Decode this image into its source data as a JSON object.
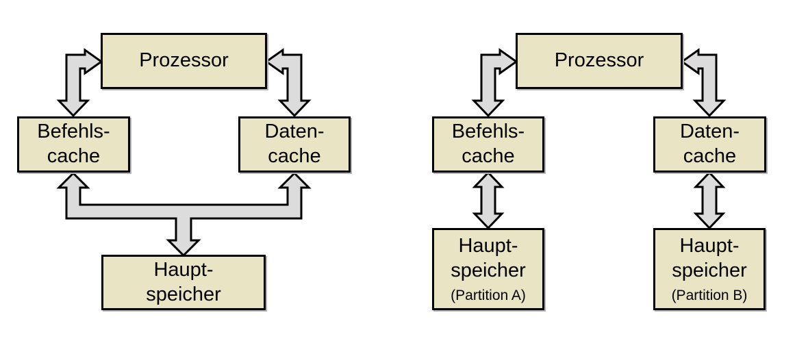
{
  "colors": {
    "box_fill": "#e9e5c4",
    "box_border": "#000000",
    "arrow_fill": "#dcdcdc",
    "arrow_outline": "#000000",
    "background": "#ffffff",
    "text_color": "#000000"
  },
  "left_diagram": {
    "prozessor": {
      "label": "Prozessor"
    },
    "befehls_cache": {
      "label": "Befehls-\ncache"
    },
    "daten_cache": {
      "label": "Daten-\ncache"
    },
    "hauptspeicher": {
      "label": "Haupt-\nspeicher"
    }
  },
  "right_diagram": {
    "prozessor": {
      "label": "Prozessor"
    },
    "befehls_cache": {
      "label": "Befehls-\ncache"
    },
    "daten_cache": {
      "label": "Daten-\ncache"
    },
    "hauptspeicher_a": {
      "label": "Haupt-\nspeicher",
      "sublabel": "(Partition A)"
    },
    "hauptspeicher_b": {
      "label": "Haupt-\nspeicher",
      "sublabel": "(Partition B)"
    }
  }
}
